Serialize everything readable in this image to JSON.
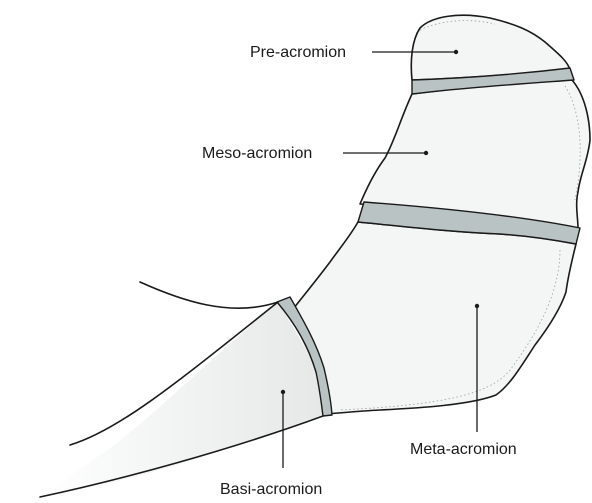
{
  "labels": {
    "pre": "Pre-acromion",
    "meso": "Meso-acromion",
    "meta": "Meta-acromion",
    "basi": "Basi-acromion"
  },
  "colors": {
    "bone_fill": "#f4f5f5",
    "suture_fill": "#b9c3c3",
    "outline": "#1a1a1a"
  }
}
